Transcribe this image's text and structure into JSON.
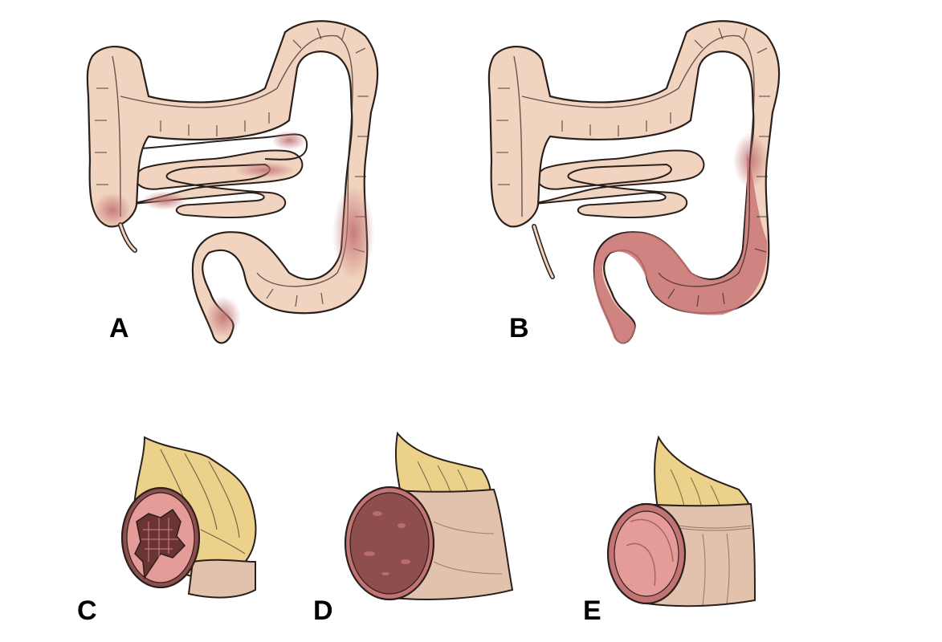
{
  "figure": {
    "panels": [
      {
        "id": "A",
        "label": "A"
      },
      {
        "id": "B",
        "label": "B"
      },
      {
        "id": "C",
        "label": "C"
      },
      {
        "id": "D",
        "label": "D"
      },
      {
        "id": "E",
        "label": "E"
      }
    ]
  },
  "colors": {
    "bowel": "#f1d4bf",
    "outline": "#2a1f1b",
    "inflamed": "#c27373",
    "mucosa": "#8f4e4e",
    "mesentery": "#ecd18a",
    "serosa": "#e2c2ad"
  }
}
